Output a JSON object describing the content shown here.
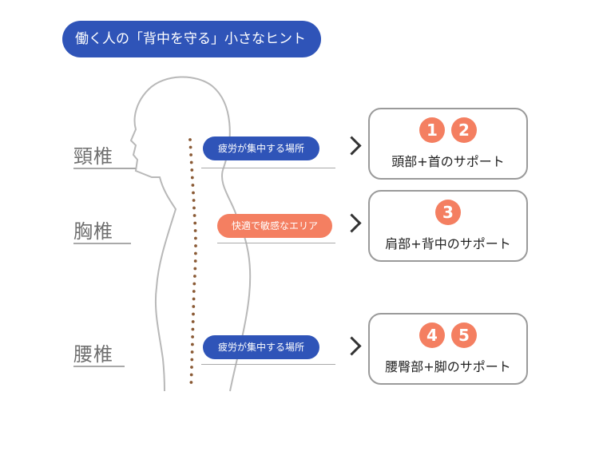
{
  "title": "働く人の「背中を守る」小さなヒント",
  "sections": [
    {
      "label": "頸椎"
    },
    {
      "label": "胸椎"
    },
    {
      "label": "腰椎"
    }
  ],
  "tags": [
    {
      "text": "疲労が集中する場所",
      "color": "#2f54b8"
    },
    {
      "text": "快適で敏感なエリア",
      "color": "#f47f61"
    },
    {
      "text": "疲労が集中する場所",
      "color": "#2f54b8"
    }
  ],
  "cards": [
    {
      "badges": [
        "1",
        "2"
      ],
      "label": "頭部+首のサポート"
    },
    {
      "badges": [
        "3"
      ],
      "label": "肩部+背中のサポート"
    },
    {
      "badges": [
        "4",
        "5"
      ],
      "label": "腰臀部+脚のサポート"
    }
  ],
  "colors": {
    "blue": "#2f54b8",
    "orange": "#f47f61",
    "spine_dots": "#8a5a35"
  },
  "icons": [
    "chevron-right-icon"
  ]
}
